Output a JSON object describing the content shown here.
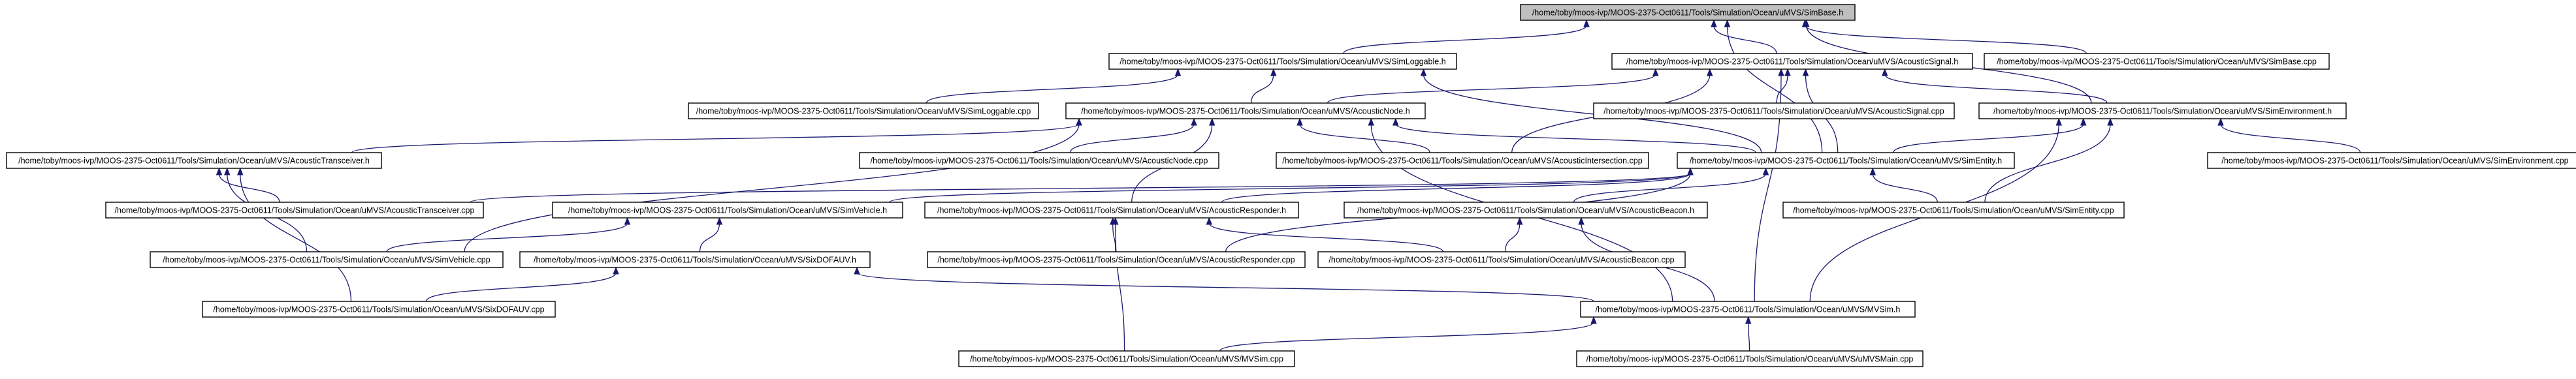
{
  "graph": {
    "edge_color": "#191970",
    "root_fill": "#bfbfbf",
    "node_fill": "#ffffff",
    "nodes": [
      {
        "id": "SimBase_h",
        "label": "/home/toby/moos-ivp/MOOS-2375-Oct0611/Tools/Simulation/Ocean/uMVS/SimBase.h",
        "root": true
      },
      {
        "id": "SimLoggable_h",
        "label": "/home/toby/moos-ivp/MOOS-2375-Oct0611/Tools/Simulation/Ocean/uMVS/SimLoggable.h"
      },
      {
        "id": "AcousticSignal_h",
        "label": "/home/toby/moos-ivp/MOOS-2375-Oct0611/Tools/Simulation/Ocean/uMVS/AcousticSignal.h"
      },
      {
        "id": "SimBase_cpp",
        "label": "/home/toby/moos-ivp/MOOS-2375-Oct0611/Tools/Simulation/Ocean/uMVS/SimBase.cpp"
      },
      {
        "id": "SimLoggable_cpp",
        "label": "/home/toby/moos-ivp/MOOS-2375-Oct0611/Tools/Simulation/Ocean/uMVS/SimLoggable.cpp"
      },
      {
        "id": "AcousticNode_h",
        "label": "/home/toby/moos-ivp/MOOS-2375-Oct0611/Tools/Simulation/Ocean/uMVS/AcousticNode.h"
      },
      {
        "id": "AcousticSignal_cpp",
        "label": "/home/toby/moos-ivp/MOOS-2375-Oct0611/Tools/Simulation/Ocean/uMVS/AcousticSignal.cpp"
      },
      {
        "id": "SimEnvironment_h",
        "label": "/home/toby/moos-ivp/MOOS-2375-Oct0611/Tools/Simulation/Ocean/uMVS/SimEnvironment.h"
      },
      {
        "id": "AcousticTransceiver_h",
        "label": "/home/toby/moos-ivp/MOOS-2375-Oct0611/Tools/Simulation/Ocean/uMVS/AcousticTransceiver.h"
      },
      {
        "id": "AcousticNode_cpp",
        "label": "/home/toby/moos-ivp/MOOS-2375-Oct0611/Tools/Simulation/Ocean/uMVS/AcousticNode.cpp"
      },
      {
        "id": "AcousticIntersection_cpp",
        "label": "/home/toby/moos-ivp/MOOS-2375-Oct0611/Tools/Simulation/Ocean/uMVS/AcousticIntersection.cpp"
      },
      {
        "id": "SimEntity_h",
        "label": "/home/toby/moos-ivp/MOOS-2375-Oct0611/Tools/Simulation/Ocean/uMVS/SimEntity.h"
      },
      {
        "id": "SimEnvironment_cpp",
        "label": "/home/toby/moos-ivp/MOOS-2375-Oct0611/Tools/Simulation/Ocean/uMVS/SimEnvironment.cpp"
      },
      {
        "id": "AcousticTransceiver_cpp",
        "label": "/home/toby/moos-ivp/MOOS-2375-Oct0611/Tools/Simulation/Ocean/uMVS/AcousticTransceiver.cpp"
      },
      {
        "id": "SimVehicle_h",
        "label": "/home/toby/moos-ivp/MOOS-2375-Oct0611/Tools/Simulation/Ocean/uMVS/SimVehicle.h"
      },
      {
        "id": "AcousticResponder_h",
        "label": "/home/toby/moos-ivp/MOOS-2375-Oct0611/Tools/Simulation/Ocean/uMVS/AcousticResponder.h"
      },
      {
        "id": "AcousticBeacon_h",
        "label": "/home/toby/moos-ivp/MOOS-2375-Oct0611/Tools/Simulation/Ocean/uMVS/AcousticBeacon.h"
      },
      {
        "id": "SimEntity_cpp",
        "label": "/home/toby/moos-ivp/MOOS-2375-Oct0611/Tools/Simulation/Ocean/uMVS/SimEntity.cpp"
      },
      {
        "id": "SimVehicle_cpp",
        "label": "/home/toby/moos-ivp/MOOS-2375-Oct0611/Tools/Simulation/Ocean/uMVS/SimVehicle.cpp"
      },
      {
        "id": "SixDOFAUV_h",
        "label": "/home/toby/moos-ivp/MOOS-2375-Oct0611/Tools/Simulation/Ocean/uMVS/SixDOFAUV.h"
      },
      {
        "id": "AcousticResponder_cpp",
        "label": "/home/toby/moos-ivp/MOOS-2375-Oct0611/Tools/Simulation/Ocean/uMVS/AcousticResponder.cpp"
      },
      {
        "id": "AcousticBeacon_cpp",
        "label": "/home/toby/moos-ivp/MOOS-2375-Oct0611/Tools/Simulation/Ocean/uMVS/AcousticBeacon.cpp"
      },
      {
        "id": "SixDOFAUV_cpp",
        "label": "/home/toby/moos-ivp/MOOS-2375-Oct0611/Tools/Simulation/Ocean/uMVS/SixDOFAUV.cpp"
      },
      {
        "id": "MVSim_h",
        "label": "/home/toby/moos-ivp/MOOS-2375-Oct0611/Tools/Simulation/Ocean/uMVS/MVSim.h"
      },
      {
        "id": "MVSim_cpp",
        "label": "/home/toby/moos-ivp/MOOS-2375-Oct0611/Tools/Simulation/Ocean/uMVS/MVSim.cpp"
      },
      {
        "id": "uMVSMain_cpp",
        "label": "/home/toby/moos-ivp/MOOS-2375-Oct0611/Tools/Simulation/Ocean/uMVS/uMVSMain.cpp"
      }
    ],
    "edges": [
      {
        "from": "SimBase_h",
        "to": "SimLoggable_h"
      },
      {
        "from": "SimBase_h",
        "to": "AcousticSignal_h"
      },
      {
        "from": "SimBase_h",
        "to": "SimBase_cpp"
      },
      {
        "from": "SimBase_h",
        "to": "SimEntity_h"
      },
      {
        "from": "SimBase_h",
        "to": "SimEnvironment_h"
      },
      {
        "from": "SimLoggable_h",
        "to": "SimLoggable_cpp"
      },
      {
        "from": "SimLoggable_h",
        "to": "AcousticNode_h"
      },
      {
        "from": "SimLoggable_h",
        "to": "SimEntity_h"
      },
      {
        "from": "AcousticSignal_h",
        "to": "AcousticNode_h"
      },
      {
        "from": "AcousticSignal_h",
        "to": "AcousticSignal_cpp"
      },
      {
        "from": "AcousticSignal_h",
        "to": "SimEnvironment_h"
      },
      {
        "from": "AcousticSignal_h",
        "to": "AcousticIntersection_cpp"
      },
      {
        "from": "AcousticSignal_h",
        "to": "SimEntity_h"
      },
      {
        "from": "AcousticSignal_h",
        "to": "MVSim_h"
      },
      {
        "from": "AcousticNode_h",
        "to": "AcousticTransceiver_h"
      },
      {
        "from": "AcousticNode_h",
        "to": "AcousticNode_cpp"
      },
      {
        "from": "AcousticNode_h",
        "to": "AcousticIntersection_cpp"
      },
      {
        "from": "AcousticNode_h",
        "to": "SimEntity_h"
      },
      {
        "from": "AcousticNode_h",
        "to": "AcousticResponder_h"
      },
      {
        "from": "AcousticNode_h",
        "to": "SimVehicle_cpp"
      },
      {
        "from": "AcousticNode_h",
        "to": "MVSim_h"
      },
      {
        "from": "SimEnvironment_h",
        "to": "SimEntity_h"
      },
      {
        "from": "SimEnvironment_h",
        "to": "SimEnvironment_cpp"
      },
      {
        "from": "SimEnvironment_h",
        "to": "SimEntity_cpp"
      },
      {
        "from": "SimEnvironment_h",
        "to": "MVSim_h"
      },
      {
        "from": "AcousticTransceiver_h",
        "to": "AcousticTransceiver_cpp"
      },
      {
        "from": "AcousticTransceiver_h",
        "to": "SimVehicle_cpp"
      },
      {
        "from": "AcousticTransceiver_h",
        "to": "SixDOFAUV_cpp"
      },
      {
        "from": "SimEntity_h",
        "to": "AcousticTransceiver_cpp"
      },
      {
        "from": "SimEntity_h",
        "to": "SimVehicle_h"
      },
      {
        "from": "SimEntity_h",
        "to": "AcousticResponder_h"
      },
      {
        "from": "SimEntity_h",
        "to": "AcousticBeacon_h"
      },
      {
        "from": "SimEntity_h",
        "to": "SimEntity_cpp"
      },
      {
        "from": "SimEntity_h",
        "to": "AcousticResponder_cpp"
      },
      {
        "from": "SimVehicle_h",
        "to": "SimVehicle_cpp"
      },
      {
        "from": "SimVehicle_h",
        "to": "SixDOFAUV_h"
      },
      {
        "from": "AcousticResponder_h",
        "to": "AcousticResponder_cpp"
      },
      {
        "from": "AcousticResponder_h",
        "to": "AcousticBeacon_cpp"
      },
      {
        "from": "AcousticResponder_h",
        "to": "MVSim_cpp"
      },
      {
        "from": "AcousticBeacon_h",
        "to": "AcousticBeacon_cpp"
      },
      {
        "from": "AcousticBeacon_h",
        "to": "MVSim_h"
      },
      {
        "from": "SixDOFAUV_h",
        "to": "SixDOFAUV_cpp"
      },
      {
        "from": "SixDOFAUV_h",
        "to": "MVSim_h"
      },
      {
        "from": "MVSim_h",
        "to": "MVSim_cpp"
      },
      {
        "from": "MVSim_h",
        "to": "uMVSMain_cpp"
      }
    ]
  }
}
